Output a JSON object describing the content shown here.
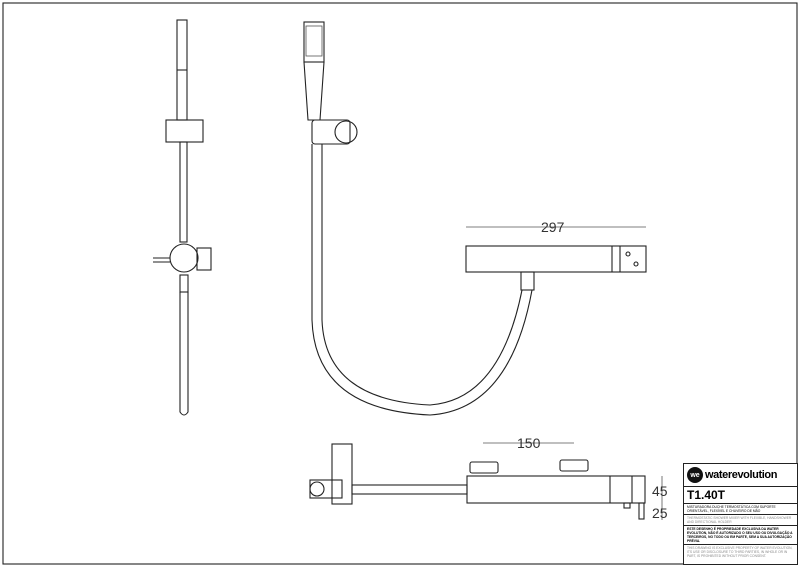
{
  "dimensions": {
    "top_length": "297",
    "handle_spacing": "150",
    "height_body": "45",
    "height_outlet": "25"
  },
  "title_block": {
    "brand": "waterevolution",
    "logo_mark": "we",
    "code": "T1.40T",
    "description_pt": "MISTURADORA DUCHE TERMOSTÁTICA COM SUPORTE ORIENTÁVEL, FLEXÍVEL E CHUVEIRO DE MÃO",
    "description_en": "THERMOSTATIC SHOWER MIXER WITH FLEXIBLE, HANDSHOWER AND DIRECTIONAL HOLDER",
    "disclaimer_pt": "ESTE DESENHO É PROPRIEDADE EXCLUSIVA DA WATER EVOLUTION, NÃO É AUTORIZADO O SEU USO OU DIVULGAÇÃO A TERCEIROS, NO TODO OU EM PARTE, SEM A SUA AUTORIZAÇÃO PRÉVIA.",
    "disclaimer_en": "THIS DRAWING IS EXCLUSIVE PROPERTY OF WATER EVOLUTION, ITS USE OR DISCLOSURE TO THIRD PARTIES, IN WHOLE OR IN PART, IS PROHIBITED WITHOUT PRIOR CONSENT."
  }
}
